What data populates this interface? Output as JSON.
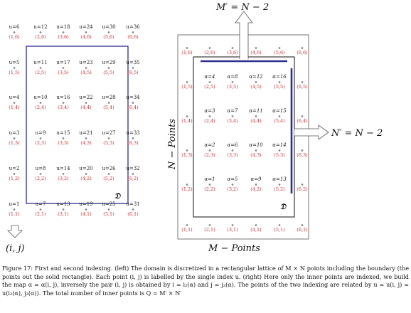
{
  "left_panel": {
    "u_labels": [
      [
        "u=6",
        "u=12",
        "u=18",
        "u=24",
        "u=30",
        "u=36"
      ],
      [
        "u=5",
        "u=11",
        "u=17",
        "u=23",
        "u=29",
        "u=35"
      ],
      [
        "u=4",
        "u=10",
        "u=16",
        "u=22",
        "u=28",
        "u=34"
      ],
      [
        "u=3",
        "u=9",
        "u=15",
        "u=21",
        "u=27",
        "u=33"
      ],
      [
        "u=2",
        "u=8",
        "u=14",
        "u=20",
        "u=26",
        "u=32"
      ],
      [
        "u=1",
        "u=7",
        "u=13",
        "u=19",
        "u=25",
        "u=31"
      ]
    ],
    "coord_labels": [
      [
        "(1,6)",
        "(2,6)",
        "(3,6)",
        "(4,6)",
        "(5,6)",
        "(6,6)"
      ],
      [
        "(1,5)",
        "(2,5)",
        "(3,5)",
        "(4,5)",
        "(5,5)",
        "(6,5)"
      ],
      [
        "(1,4)",
        "(2,4)",
        "(3,4)",
        "(4,4)",
        "(5,4)",
        "(6,4)"
      ],
      [
        "(1,3)",
        "(2,3)",
        "(3,3)",
        "(4,3)",
        "(5,3)",
        "(6,3)"
      ],
      [
        "(1,2)",
        "(2,2)",
        "(3,2)",
        "(4,2)",
        "(5,2)",
        "(6,2)"
      ],
      [
        "(1,1)",
        "(2,1)",
        "(3,1)",
        "(4,1)",
        "(5,1)",
        "(6,1)"
      ]
    ],
    "domain_label": "𝔇",
    "pair_label": "(i, j)"
  },
  "right_panel": {
    "alpha_labels": [
      [
        "α=4",
        "α=8",
        "α=12",
        "α=16"
      ],
      [
        "α=3",
        "α=7",
        "α=11",
        "α=15"
      ],
      [
        "α=2",
        "α=6",
        "α=10",
        "α=14"
      ],
      [
        "α=1",
        "α=5",
        "α=9",
        "α=13"
      ]
    ],
    "coord_labels": [
      [
        "(1,6)",
        "(2,6)",
        "(3,6)",
        "(4,6)",
        "(5,6)",
        "(6,6)"
      ],
      [
        "(1,5)",
        "(2,5)",
        "(3,5)",
        "(4,5)",
        "(5,5)",
        "(6,5)"
      ],
      [
        "(1,4)",
        "(2,4)",
        "(3,4)",
        "(4,4)",
        "(5,4)",
        "(6,4)"
      ],
      [
        "(1,3)",
        "(2,3)",
        "(3,3)",
        "(4,3)",
        "(5,3)",
        "(6,3)"
      ],
      [
        "(1,2)",
        "(2,2)",
        "(3,2)",
        "(4,2)",
        "(5,2)",
        "(6,2)"
      ],
      [
        "(1,1)",
        "(2,1)",
        "(3,1)",
        "(4,1)",
        "(5,1)",
        "(6,1)"
      ]
    ],
    "domain_label": "𝔇",
    "m_prime_label": "M′ = N − 2",
    "n_prime_label": "N′ = N − 2",
    "n_points_label": "N − Points",
    "m_points_label": "M − Points"
  },
  "caption": "Figure 17: First and second indexing. (left) The domain is discretized in a rectangular lattice of M × N points including the boundary (the points out the solid rectangle). Each point (i, j) is labelled by the single index u. (right) Here only the inner points are indexed, we build the map α = α(i, j), inversely the pair (i, j) is obtained by i = i₂(α) and j = j₂(α). The points of the two indexing are related by u = u(i, j) = u(i₂(α), j₂(α)). The total number of inner points is Q = M′ × N′",
  "colors": {
    "domain_rect": "#2b2f8f",
    "coord_text": "#cc2a2a",
    "point_dot": "#8a8a8a",
    "outer_frame": "#777777"
  }
}
